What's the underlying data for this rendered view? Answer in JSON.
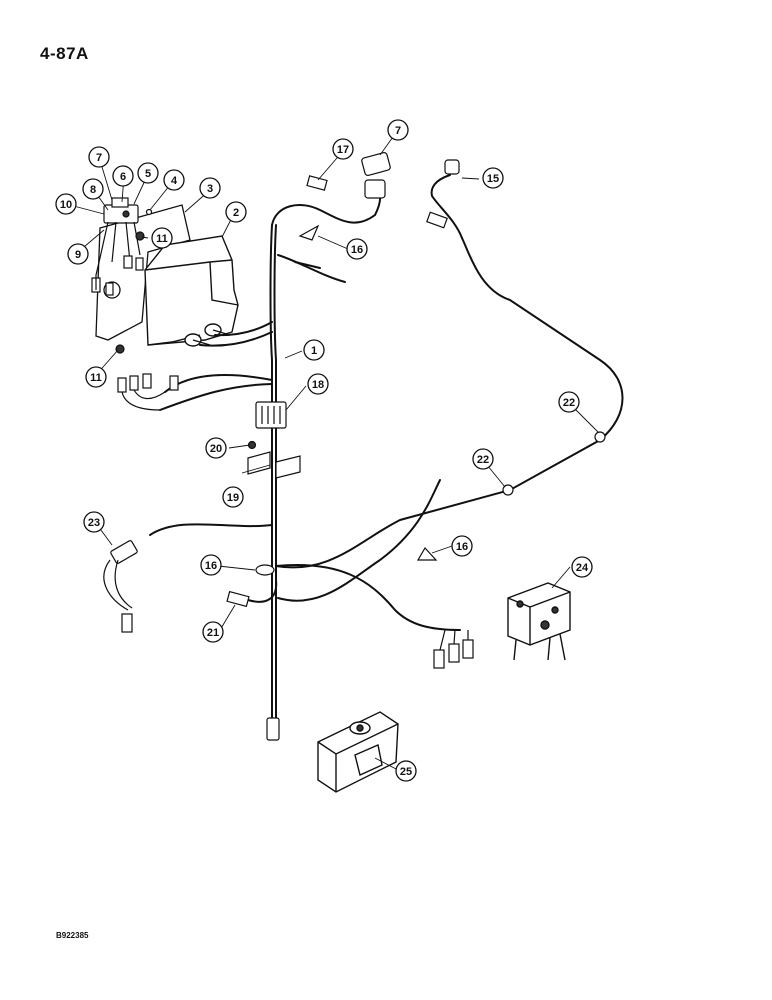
{
  "page_number": "4-87A",
  "drawing_code": "B922385",
  "callouts": [
    {
      "label": "1"
    },
    {
      "label": "2"
    },
    {
      "label": "3"
    },
    {
      "label": "4"
    },
    {
      "label": "5"
    },
    {
      "label": "6"
    },
    {
      "label": "7"
    },
    {
      "label": "7"
    },
    {
      "label": "8"
    },
    {
      "label": "9"
    },
    {
      "label": "10"
    },
    {
      "label": "11"
    },
    {
      "label": "11"
    },
    {
      "label": "15"
    },
    {
      "label": "16"
    },
    {
      "label": "16"
    },
    {
      "label": "16"
    },
    {
      "label": "17"
    },
    {
      "label": "18"
    },
    {
      "label": "19"
    },
    {
      "label": "20"
    },
    {
      "label": "21"
    },
    {
      "label": "22"
    },
    {
      "label": "22"
    },
    {
      "label": "23"
    },
    {
      "label": "24"
    },
    {
      "label": "25"
    }
  ]
}
